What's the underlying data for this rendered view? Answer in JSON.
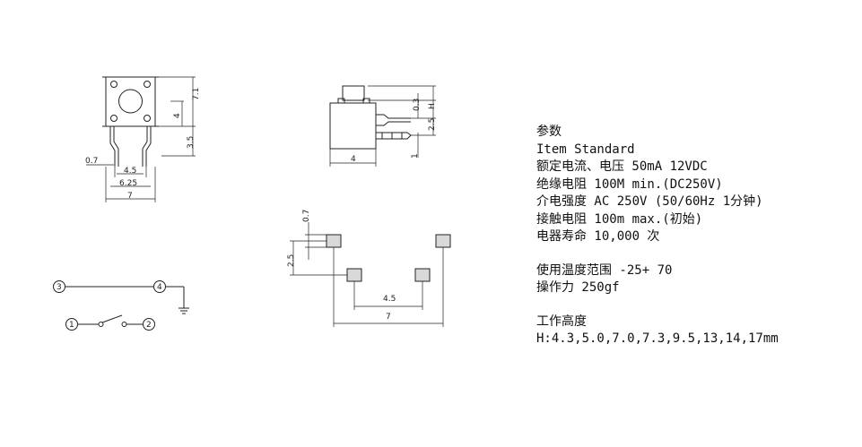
{
  "diagram": {
    "front_view": {
      "dim_7_1": "7.1",
      "dim_4": "4",
      "dim_3_5": "3.5",
      "dim_0_7": "0.7",
      "dim_4_5": "4.5",
      "dim_6_25": "6.25",
      "dim_7": "7"
    },
    "side_view": {
      "dim_0_3": "0.3",
      "dim_H": "H",
      "dim_2_5": "2.5",
      "dim_1": "1",
      "dim_4": "4"
    },
    "pcb_layout": {
      "dim_0_7": "0.7",
      "dim_2_5": "2.5",
      "dim_4_5": "4.5",
      "dim_7": "7"
    },
    "schematic": {
      "pin1": "1",
      "pin2": "2",
      "pin3": "3",
      "pin4": "4"
    }
  },
  "specs": {
    "params_title": "参数",
    "item_standard": "Item Standard",
    "rated_current": "额定电流、电压 50mA 12VDC",
    "insulation": "绝缘电阻 100M min.(DC250V)",
    "dielectric": "介电强度 AC 250V (50/60Hz 1分钟)",
    "contact_resistance": "接触电阻 100m max.(初始)",
    "life": "电器寿命 10,000 次",
    "temp_range": "使用温度范围 -25+ 70",
    "operating_force": "操作力 250gf",
    "height_title": "工作高度",
    "height_values": "H:4.3,5.0,7.0,7.3,9.5,13,14,17mm"
  }
}
